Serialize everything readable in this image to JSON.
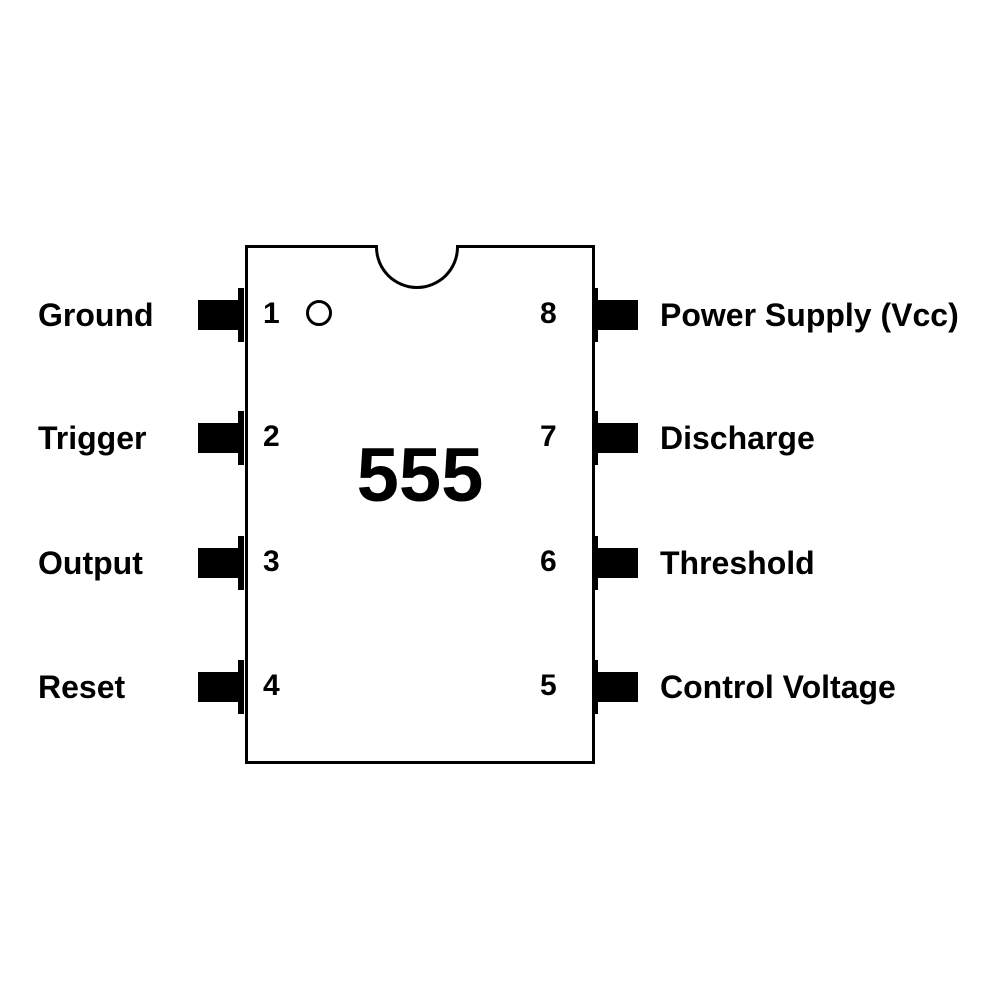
{
  "chip": {
    "label": "555"
  },
  "pins": {
    "left": [
      {
        "number": "1",
        "name": "Ground"
      },
      {
        "number": "2",
        "name": "Trigger"
      },
      {
        "number": "3",
        "name": "Output"
      },
      {
        "number": "4",
        "name": "Reset"
      }
    ],
    "right": [
      {
        "number": "8",
        "name": "Power Supply (Vcc)"
      },
      {
        "number": "7",
        "name": "Discharge"
      },
      {
        "number": "6",
        "name": "Threshold"
      },
      {
        "number": "5",
        "name": "Control Voltage"
      }
    ]
  },
  "colors": {
    "line": "#000000",
    "background": "#ffffff"
  },
  "icons": {
    "notch": "half-circle-notch",
    "pin1_marker": "hollow-circle"
  }
}
